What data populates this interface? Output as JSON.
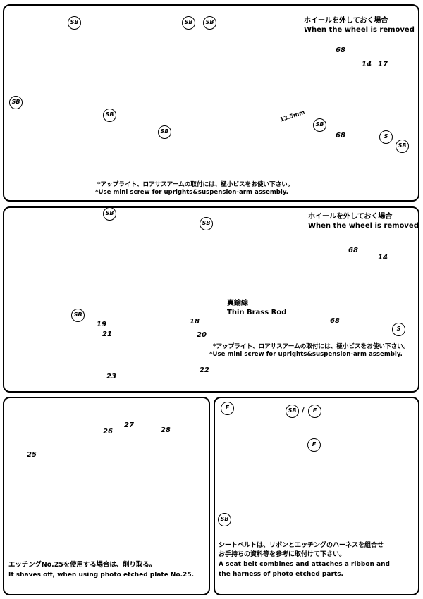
{
  "top_panel": {
    "removed_note_jp": "ホイールを外しておく場合",
    "removed_note_en": "When the wheel is removed",
    "measure": "13.5mm",
    "screw_note_jp": "*アップライト、ロアサスアームの取付には、極小ビスをお使い下さい。",
    "screw_note_en": "*Use mini screw for uprights&suspension-arm assembly.",
    "parts": {
      "p68a": "68",
      "p68b": "68",
      "p14": "14",
      "p17": "17"
    },
    "badges": {
      "sb1": "SB",
      "sb2": "SB",
      "sb3": "SB",
      "sb4": "SB",
      "sb5": "SB",
      "sb6": "SB",
      "sb7": "SB",
      "sb8": "SB",
      "s1": "S"
    }
  },
  "middle_panel": {
    "removed_note_jp": "ホイールを外しておく場合",
    "removed_note_en": "When the wheel is removed",
    "brass_jp": "真鍮線",
    "brass_en": "Thin Brass Rod",
    "screw_note_jp": "*アップライト、ロアサスアームの取付には、極小ビスをお使い下さい。",
    "screw_note_en": "*Use mini screw for uprights&suspension-arm assembly.",
    "parts": {
      "p19": "19",
      "p21": "21",
      "p23": "23",
      "p18": "18",
      "p20": "20",
      "p22": "22",
      "p68a": "68",
      "p68b": "68",
      "p14": "14"
    },
    "badges": {
      "sb1": "SB",
      "sb2": "SB",
      "sb3": "SB",
      "s1": "S"
    }
  },
  "bottom_left": {
    "parts": {
      "p25": "25",
      "p26": "26",
      "p27": "27",
      "p28": "28"
    },
    "caption_jp": "エッチングNo.25を使用する場合は、削り取る。",
    "caption_en": "It shaves off, when using photo etched plate No.25."
  },
  "bottom_right": {
    "badges": {
      "f1": "F",
      "sb1": "SB",
      "f2": "F",
      "f3": "F",
      "sb2": "SB"
    },
    "slash": "/",
    "caption_jp1": "シートベルトは、リボンとエッチングのハーネスを組合せ",
    "caption_jp2": "お手持ちの資料等を参考に取付けて下さい。",
    "caption_en1": "A seat belt combines and attaches a ribbon and",
    "caption_en2": "the harness of photo etched parts."
  }
}
